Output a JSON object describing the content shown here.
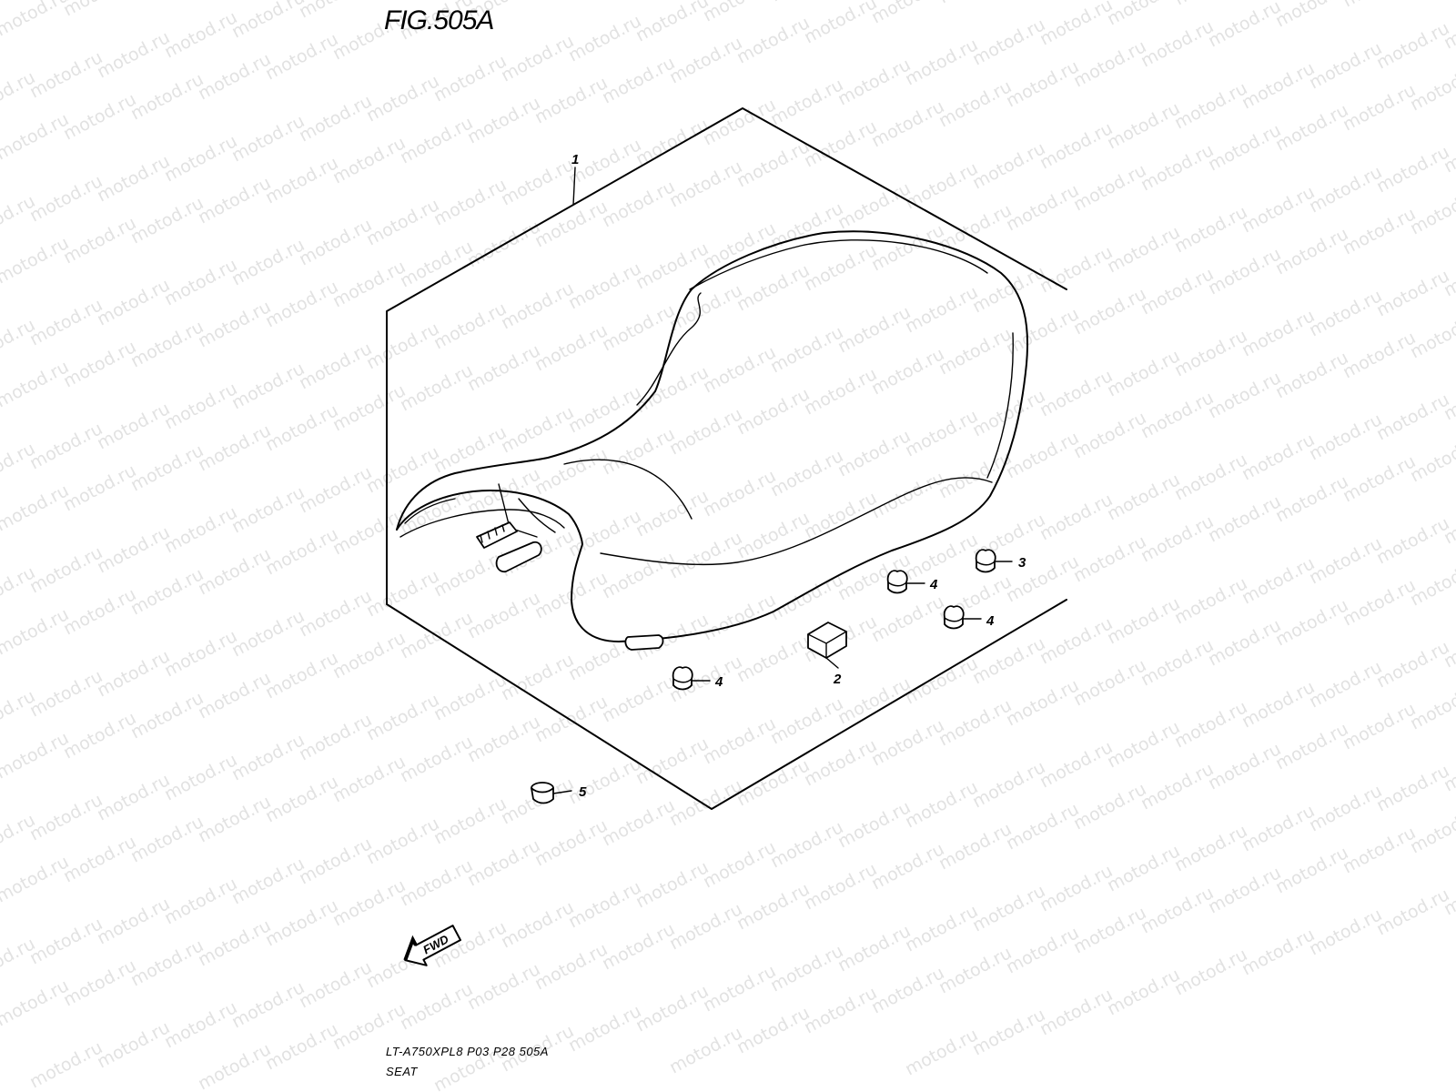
{
  "figure": {
    "title": "FIG.505A",
    "model_code": "LT-A750XPL8  P03  P28  505A",
    "name": "SEAT"
  },
  "watermark": {
    "text": "motod.ru"
  },
  "forward_arrow": {
    "label": "FWD"
  },
  "callouts": [
    {
      "id": "c1",
      "number": "1"
    },
    {
      "id": "c2",
      "number": "2"
    },
    {
      "id": "c3",
      "number": "3"
    },
    {
      "id": "c4a",
      "number": "4"
    },
    {
      "id": "c4b",
      "number": "4"
    },
    {
      "id": "c4c",
      "number": "4"
    },
    {
      "id": "c5",
      "number": "5"
    }
  ]
}
